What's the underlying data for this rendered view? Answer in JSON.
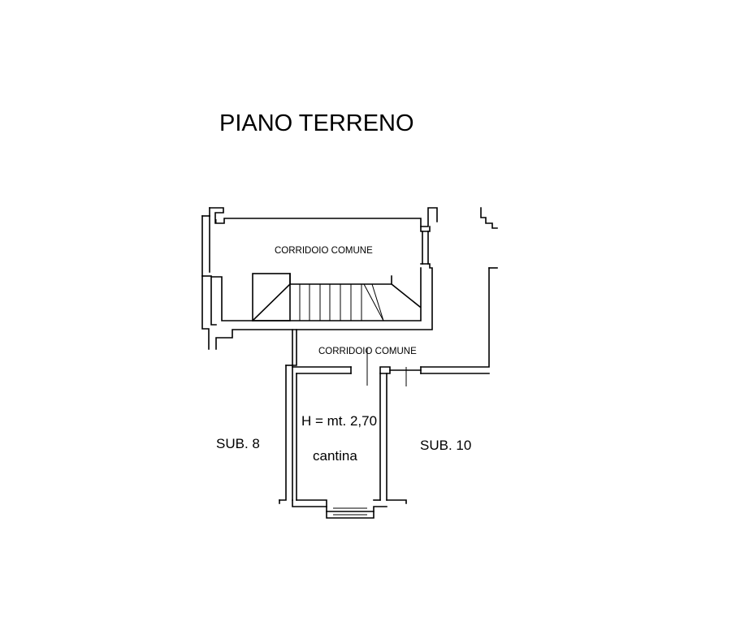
{
  "title": "PIANO TERRENO",
  "labels": {
    "corridor_top": "CORRIDOIO COMUNE",
    "corridor_bottom": "CORRIDOIO COMUNE",
    "sub_left": "SUB. 8",
    "sub_right": "SUB. 10",
    "height": "H = mt. 2,70",
    "room": "cantina"
  }
}
